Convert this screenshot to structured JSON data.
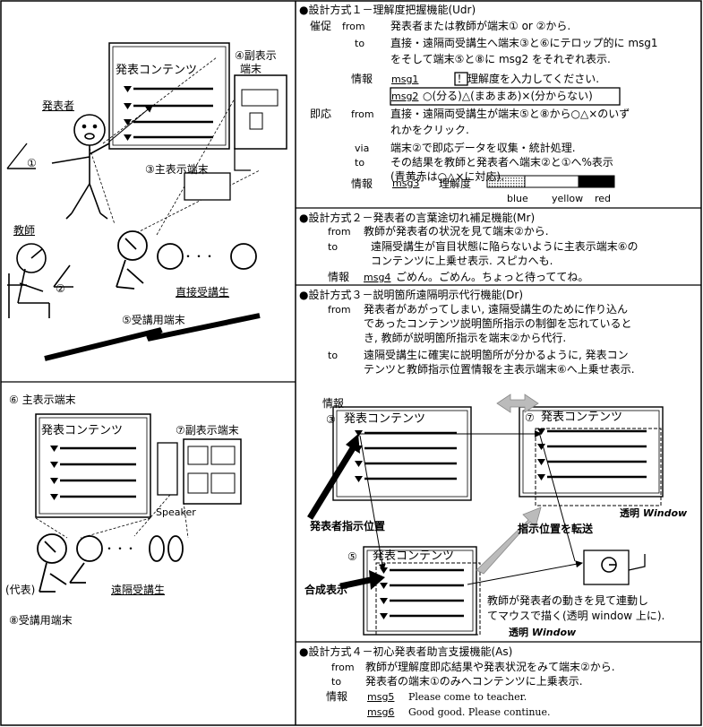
{
  "left": {
    "presenter_label": "発表者",
    "teacher_label": "教師",
    "direct_students_label": "直接受講生",
    "remote_students_label": "遠隔受講生",
    "sub_display_4_label_1": "④副表示",
    "sub_display_4_label_2": "端末",
    "main_display_3_label": "③主表示端末",
    "terminal_1_label": "①",
    "terminal_2_label": "②",
    "student_terminal_5_label": "⑤受講用端末",
    "main_display_6_label": "⑥ 主表示端末",
    "sub_display_7_label": "⑦副表示端末",
    "speaker_label": "Speaker",
    "representative_label": "(代表)",
    "student_terminal_8_label": "⑧受講用端末",
    "content_top_label": "発表コンテンツ",
    "content_bottom_label": "発表コンテンツ",
    "ellipsis": "・・・"
  },
  "s1": {
    "title": "●設計方式１－理解度把握機能(Udr)",
    "prompt_label": "催促",
    "from_label": "from",
    "from_text": "発表者または教師が端末① or ②から.",
    "to_label": "to",
    "to_text1": "直接・遠隔両受講生へ端末③と⑥にテロップ的に msg1",
    "to_text2": "をそして端末⑤と⑧に msg2 をそれぞれ表示.",
    "info_label": "情報",
    "msg1_label": "msg1",
    "msg1_text": "！理解度を入力してください.",
    "msg2_label": "msg2",
    "msg2_text": "○(分る)△(まあまあ)×(分からない)",
    "response_label": "即応",
    "resp_from_label": "from",
    "resp_from_text1": "直接・遠隔両受講生が端末⑤と⑧から○△×のいず",
    "resp_from_text2": "れかをクリック.",
    "via_label": "via",
    "via_text": "端末②で即応データを収集・統計処理.",
    "resp_to_label": "to",
    "resp_to_text1": "その結果を教師と発表者へ端末②と①へ%表示",
    "resp_to_text2": "(青黄赤は○△×に対応).",
    "resp_info_label": "情報",
    "msg3_label": "msg3",
    "msg3_text": "理解度",
    "legend_blue": "blue",
    "legend_yellow": "yellow",
    "legend_red": "red"
  },
  "s2": {
    "title": "●設計方式２－発表者の言葉途切れ補足機能(Mr)",
    "from_label": "from",
    "from_text": "教師が発表者の状況を見て端末②から.",
    "to_label": "to",
    "to_text1": "遠隔受講生が盲目状態に陥らないように主表示端末⑥の",
    "to_text2": "コンテンツに上乗せ表示. スピカへも.",
    "info_label": "情報",
    "msg4_label": "msg4",
    "msg4_text": "ごめん。ごめん。ちょっと待っててね。"
  },
  "s3": {
    "title": "●設計方式３－説明箇所遠隔明示代行機能(Dr)",
    "from_label": "from",
    "from_text1": "発表者があがってしまい, 遠隔受講生のために作り込ん",
    "from_text2": "であったコンテンツ説明箇所指示の制御を忘れていると",
    "from_text3": "き, 教師が説明箇所指示を端末②から代行.",
    "to_label": "to",
    "to_text1": "遠隔受講生に確実に説明箇所が分かるように, 発表コン",
    "to_text2": "テンツと教師指示位置情報を主表示端末⑥へ上乗せ表示.",
    "info_label": "情報",
    "box3_num": "③",
    "box3_title": "発表コンテンツ",
    "box7_num": "⑦",
    "box7_title": "発表コンテンツ",
    "box5_num": "⑤",
    "box5_title": "発表コンテンツ",
    "pointer_label": "発表者指示位置",
    "transparent1": "透明",
    "window_word": "Window",
    "transfer_label": "指示位置を転送",
    "composite_label": "合成表示",
    "teacher_note1": "教師が発表者の動きを見て連動し",
    "teacher_note2": "てマウスで描く(透明 window 上に).",
    "transparent2": "透明"
  },
  "s4": {
    "title": "●設計方式４－初心発表者助言支援機能(As)",
    "from_label": "from",
    "from_text": "教師が理解度即応結果や発表状況をみて端末②から.",
    "to_label": "to",
    "to_text": "発表者の端末①のみへコンテンツに上乗表示.",
    "info_label": "情報",
    "msg5_label": "msg5",
    "msg5_text": "Please come to teacher.",
    "msg6_label": "msg6",
    "msg6_text": "Good good. Please continue."
  }
}
